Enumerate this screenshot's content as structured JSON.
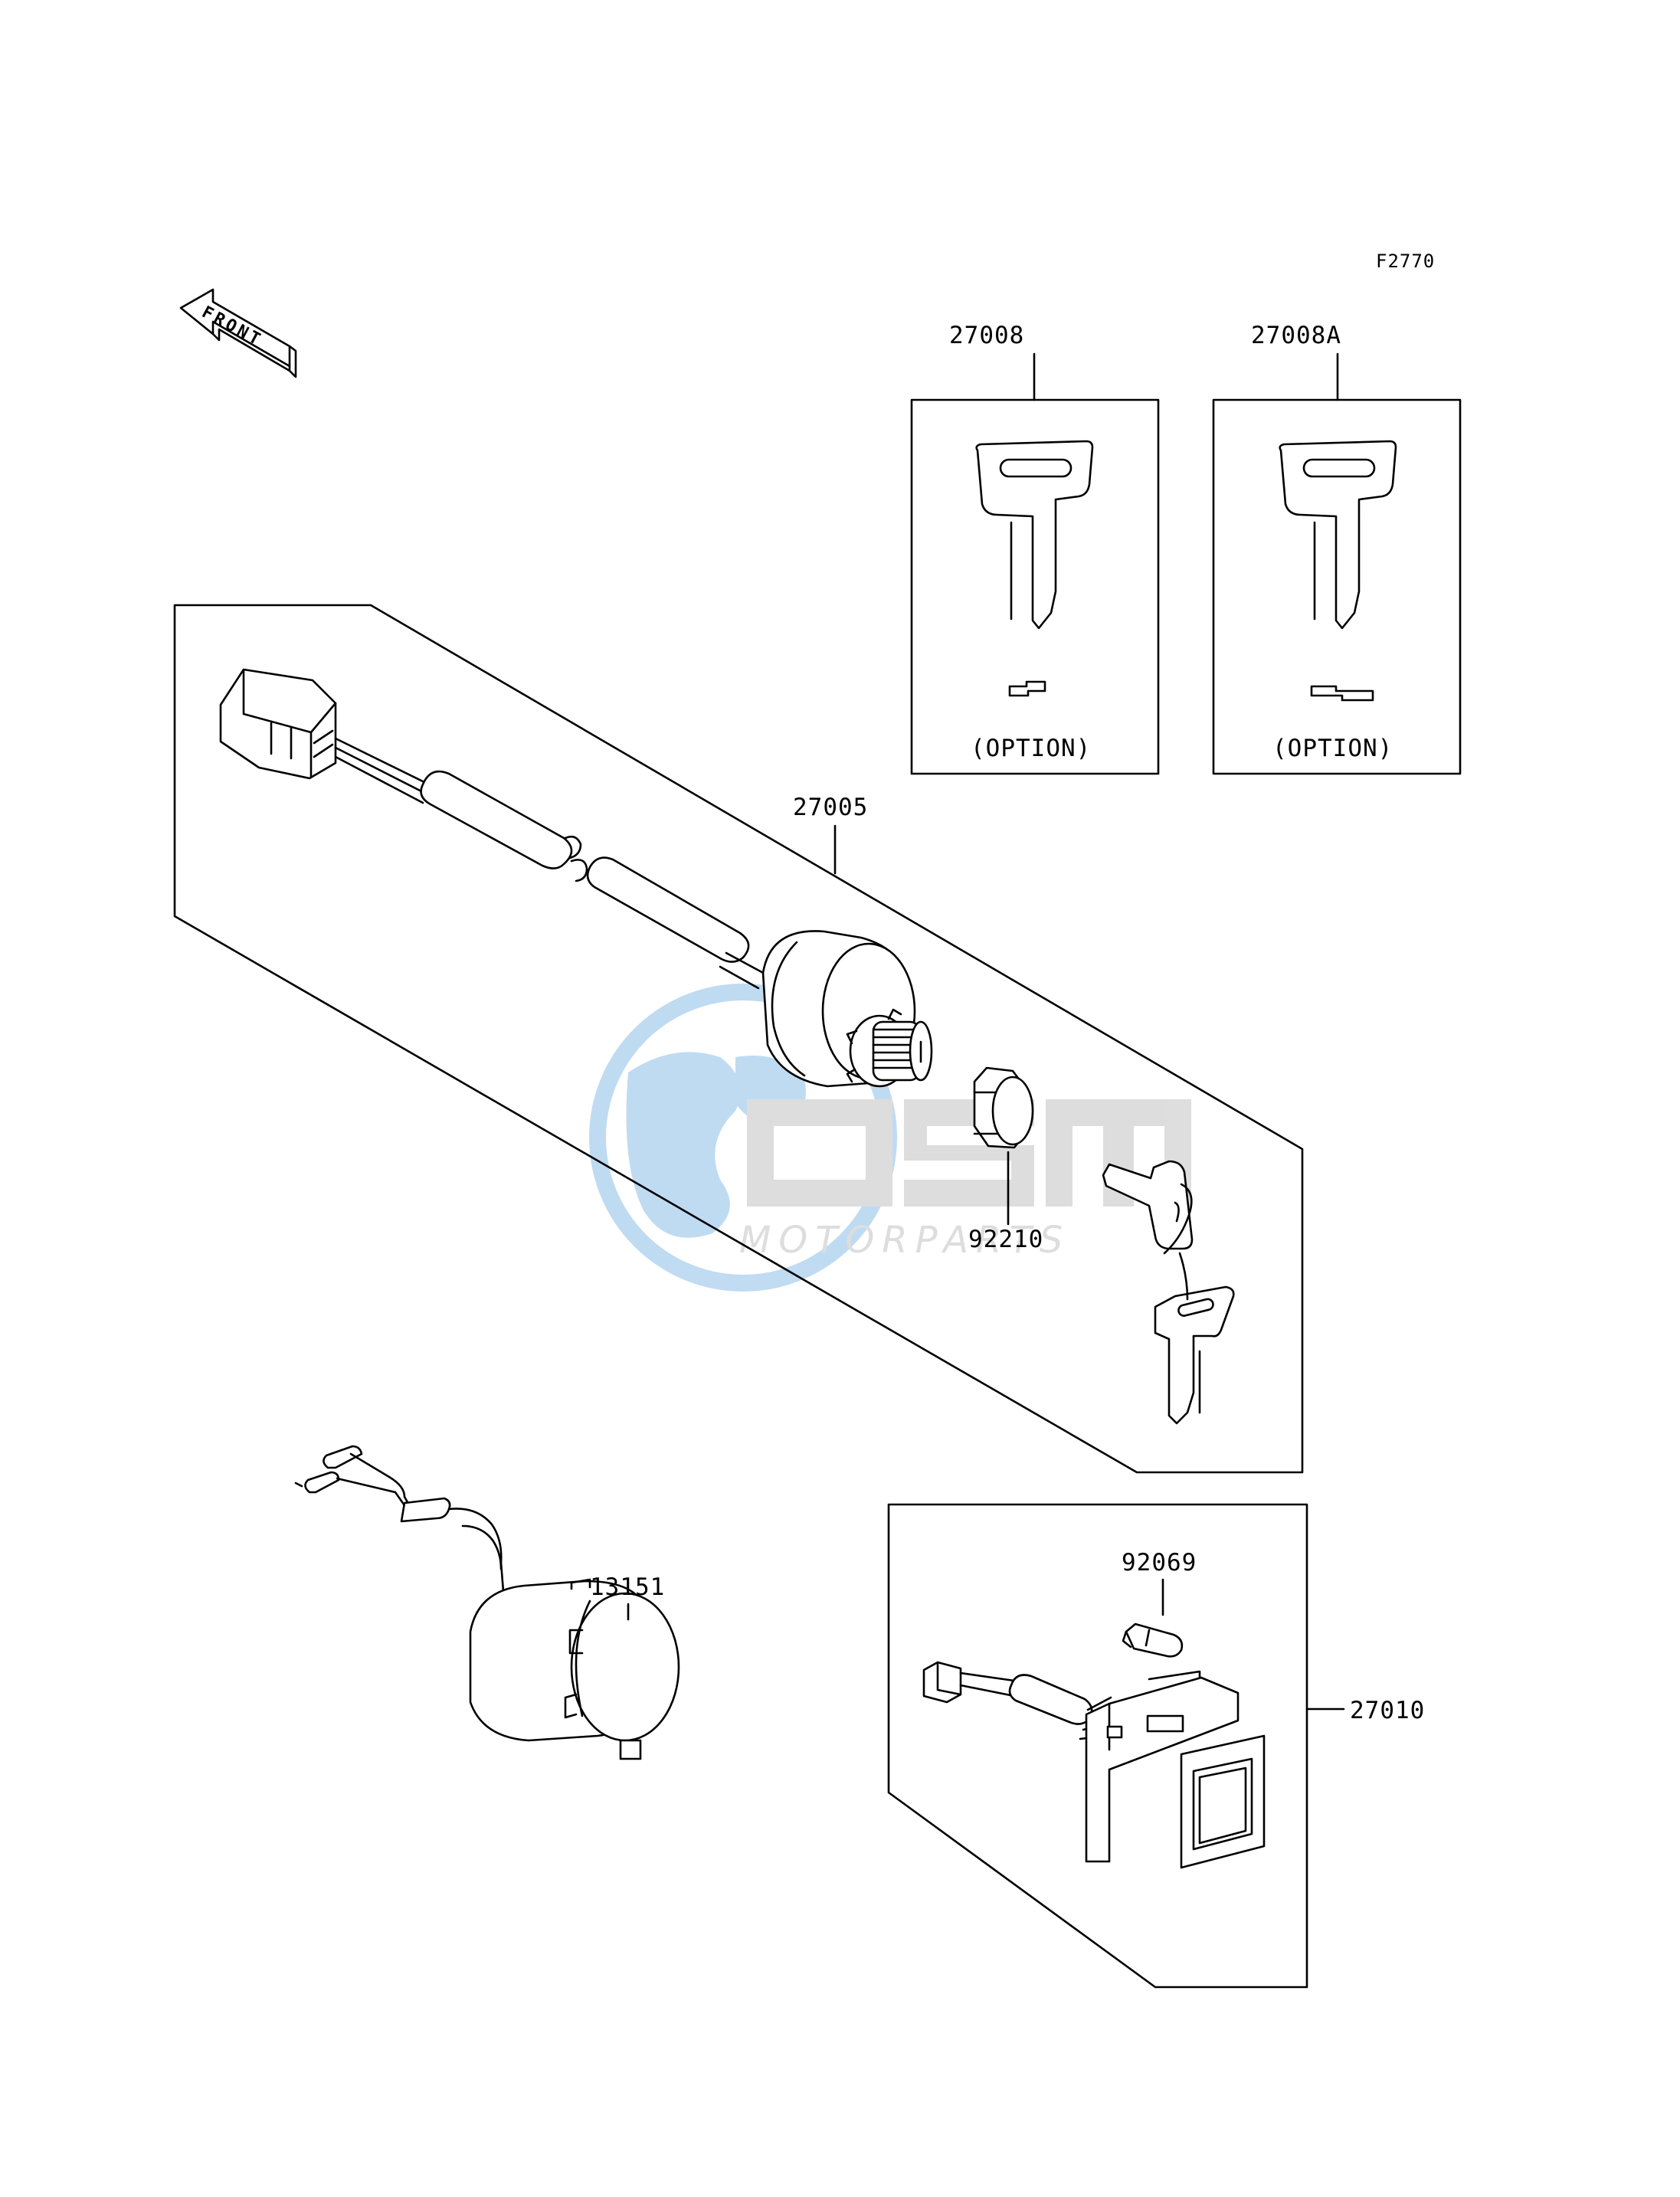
{
  "figure_code": "F2770",
  "front_arrow_text": "FRONT",
  "watermark": {
    "brand": "OSM",
    "subtitle": "MOTORPARTS",
    "accent_color": "#1e7fd0"
  },
  "parts": [
    {
      "number": "27008",
      "note": "(OPTION)"
    },
    {
      "number": "27008A",
      "note": "(OPTION)"
    },
    {
      "number": "27005"
    },
    {
      "number": "92210"
    },
    {
      "number": "13151"
    },
    {
      "number": "92069"
    },
    {
      "number": "27010"
    }
  ]
}
